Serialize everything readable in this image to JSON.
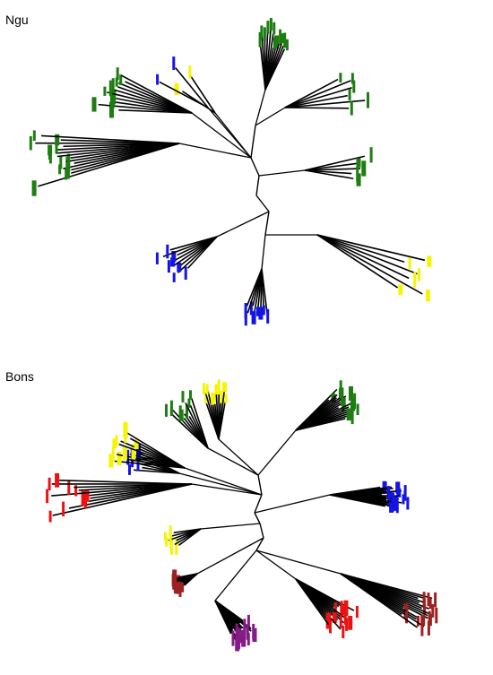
{
  "panels": [
    {
      "label": "Ngu"
    },
    {
      "label": "Bons"
    }
  ],
  "colors": {
    "branch": "#000000",
    "green": "#1e7d12",
    "yellow": "#f5f500",
    "blue": "#1414e6",
    "red": "#ee1111",
    "brown": "#9c2222",
    "purple": "#861a86"
  },
  "trees": [
    {
      "name": "Ngu",
      "clades": [
        {
          "color": "green",
          "tips": 14
        },
        {
          "color": "yellow",
          "tips": 2
        },
        {
          "color": "blue",
          "tips": 2
        },
        {
          "color": "green",
          "tips": 10
        },
        {
          "color": "green",
          "tips": 12
        },
        {
          "color": "green",
          "tips": 6
        },
        {
          "color": "green",
          "tips": 5
        },
        {
          "color": "yellow",
          "tips": 6
        },
        {
          "color": "blue",
          "tips": 8
        },
        {
          "color": "blue",
          "tips": 8
        }
      ]
    },
    {
      "name": "Bons",
      "clades": [
        {
          "color": "red",
          "tips": 10
        },
        {
          "color": "blue",
          "tips": 6
        },
        {
          "color": "yellow",
          "tips": 10
        },
        {
          "color": "green",
          "tips": 8
        },
        {
          "color": "yellow",
          "tips": 10
        },
        {
          "color": "green",
          "tips": 16
        },
        {
          "color": "blue",
          "tips": 16
        },
        {
          "color": "yellow",
          "tips": 6
        },
        {
          "color": "brown",
          "tips": 14
        },
        {
          "color": "purple",
          "tips": 14
        },
        {
          "color": "red",
          "tips": 14
        },
        {
          "color": "brown",
          "tips": 16
        }
      ]
    }
  ]
}
